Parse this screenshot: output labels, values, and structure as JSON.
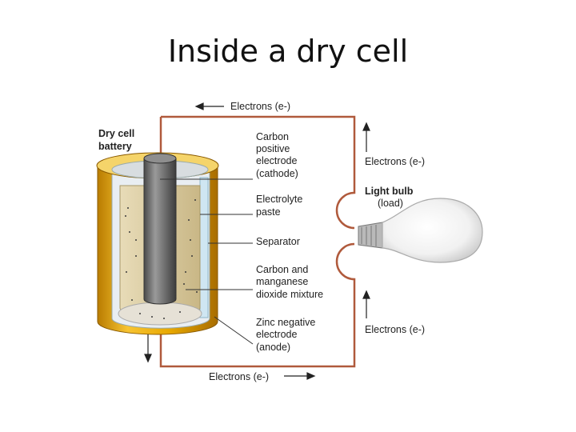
{
  "title": "Inside a dry cell",
  "labels": {
    "battery_line1": "Dry cell",
    "battery_line2": "battery",
    "electrons_top": "Electrons (e-)",
    "electrons_right_top": "Electrons (e-)",
    "electrons_right_bottom": "Electrons (e-)",
    "electrons_bottom": "Electrons (e-)",
    "light_bulb": "Light bulb",
    "load": "(load)",
    "cathode": [
      "Carbon",
      "positive",
      "electrode",
      "(cathode)"
    ],
    "electrolyte": [
      "Electrolyte",
      "paste"
    ],
    "separator": [
      "Separator"
    ],
    "mixture": [
      "Carbon and",
      "manganese",
      "dioxide mixture"
    ],
    "anode": [
      "Zinc negative",
      "electrode",
      "(anode)"
    ]
  },
  "colors": {
    "wire": "#b05a3c",
    "casing": "#e8a800",
    "rod": "#707070",
    "paste": "#d9c9a0"
  }
}
